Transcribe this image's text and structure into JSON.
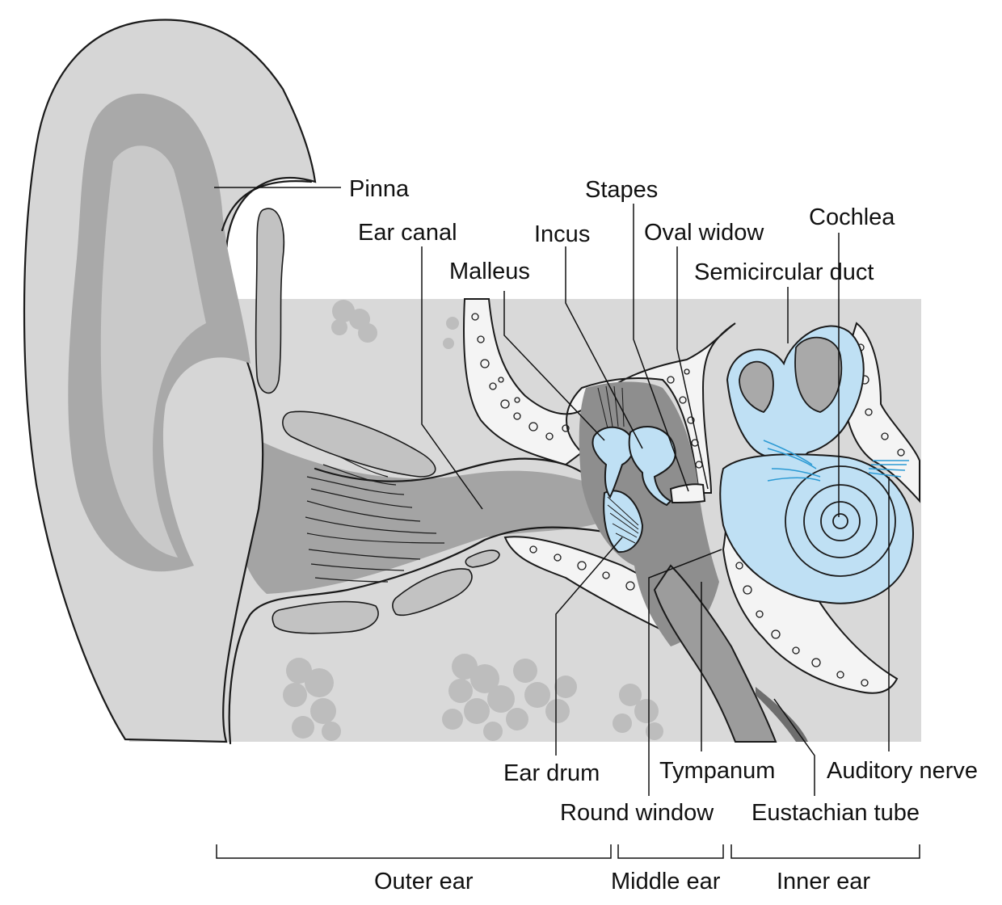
{
  "labels": {
    "pinna": "Pinna",
    "ear_canal": "Ear canal",
    "incus": "Incus",
    "malleus": "Malleus",
    "stapes": "Stapes",
    "oval_window": "Oval widow",
    "cochlea": "Cochlea",
    "semicircular_duct": "Semicircular duct",
    "ear_drum": "Ear drum",
    "round_window": "Round window",
    "tympanum": "Tympanum",
    "eustachian_tube": "Eustachian tube",
    "auditory_nerve": "Auditory nerve"
  },
  "regions": {
    "outer_ear": "Outer ear",
    "middle_ear": "Middle ear",
    "inner_ear": "Inner ear"
  },
  "colors": {
    "tissue": "#c8c8c8",
    "background_tissue": "#d9d9d9",
    "pinna": "#d6d6d6",
    "cavity": "#9a9a9a",
    "bone": "#f4f4f4",
    "inner_ear_fluid": "#bfe0f4",
    "nerve": "#2b9ad4"
  }
}
